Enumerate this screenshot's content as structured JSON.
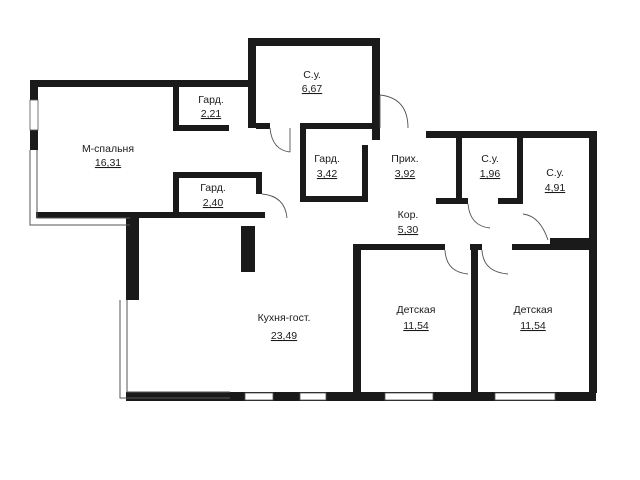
{
  "rooms": {
    "bedroom": {
      "label": "М-спальня",
      "area": "16,31"
    },
    "closet_top": {
      "label": "Гард.",
      "area": "2,21"
    },
    "closet_bottom": {
      "label": "Гард.",
      "area": "2,40"
    },
    "bath_top": {
      "label": "С.у.",
      "area": "6,67"
    },
    "closet_mid": {
      "label": "Гард.",
      "area": "3,42"
    },
    "hall": {
      "label": "Прих.",
      "area": "3,92"
    },
    "wc_small": {
      "label": "С.у.",
      "area": "1,96"
    },
    "bath_right": {
      "label": "С.у.",
      "area": "4,91"
    },
    "corridor": {
      "label": "Кор.",
      "area": "5,30"
    },
    "kitchen": {
      "label": "Кухня-гост.",
      "area": "23,49"
    },
    "kids_left": {
      "label": "Детская",
      "area": "11,54"
    },
    "kids_right": {
      "label": "Детская",
      "area": "11,54"
    }
  },
  "colors": {
    "wall": "#1a1a1a",
    "window": "#ffffff",
    "background": "#ffffff"
  }
}
